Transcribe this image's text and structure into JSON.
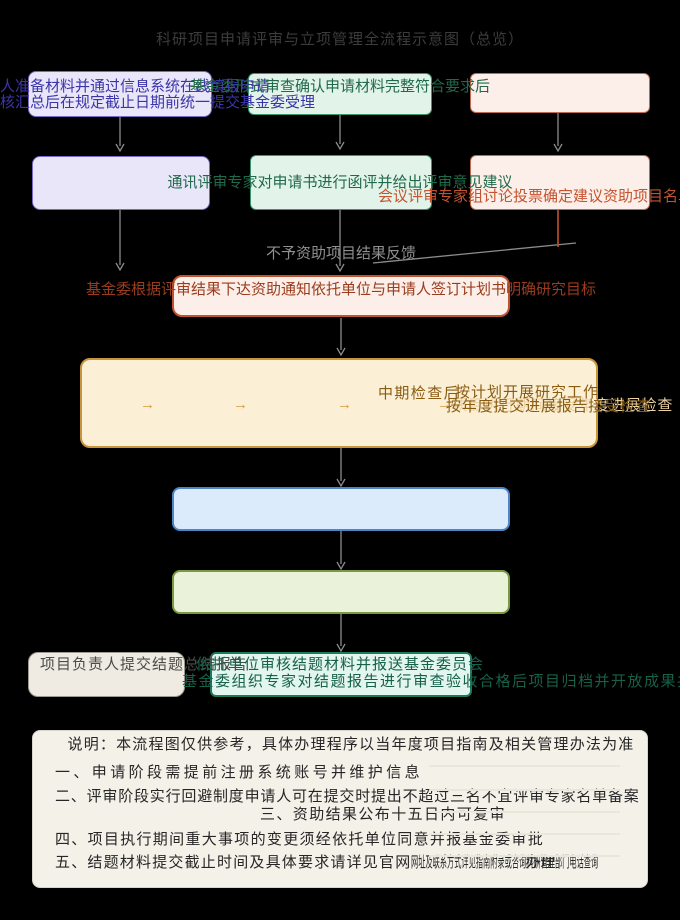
{
  "title": "科研项目申请评审与立项管理全流程示意图（总览）",
  "flow": {
    "applicant": {
      "line1": "申请人准备材料并通过信息系统在线填报申请",
      "line2": "依托单位审核汇总后在规定截止日期前统一提交基金委受理"
    },
    "intake": {
      "text": "基金委形式审查确认申请材料完整符合要求后"
    },
    "remote_review": {
      "text": "通讯评审专家对申请书进行函评并给出评审意见建议"
    },
    "panel_review": {
      "text": "会议评审专家组讨论投票确定建议资助项目名单并公示"
    },
    "feedback_label": "不予资助项目结果反馈",
    "grant_notice": "基金委根据评审结果下达资助通知依托单位与申请人签订计划书明确研究目标",
    "execution": {
      "arrow": "→",
      "milestone": "中期检查后",
      "right_line1": "按计划开展研究工作",
      "right_line2": "按年度提交进展报告接受检查",
      "right_line2_ghost": "项目执行期间接受年度进展检查"
    },
    "completion_submit": "项目负责人提交结题总结报告",
    "completion_review": {
      "line1": "依托单位审核结题材料并报送基金委员会",
      "line2": "基金委组织专家对结题报告进行审查验收合格后项目归档并开放成果共享使用"
    }
  },
  "note": {
    "title": "说明：本流程图仅供参考，具体办理程序以当年度项目指南及相关管理办法为准",
    "lines": [
      "一、申请阶段需提前注册系统账号并维护信息",
      "二、评审阶段实行回避制度申请人可在提交时提出不超过三名不宜评审专家名单备案",
      "三、资助结果公布十五日内可复审",
      "四、项目执行期间重大事项的变更须经依托单位同意并报基金委审批"
    ],
    "last_line": {
      "lead": "五、结题材料提交截止时间及具体要求请详见官网",
      "compressed": "网址及联系方式详见指南附录或咨询科研管理部门电话查询",
      "tail": "办理"
    }
  },
  "colors": {
    "background": "#000000",
    "purple_fill": "#e8e6f8",
    "purple_border": "#7b68c8",
    "purple_text": "#3c35a8",
    "mint_fill": "#e2f4ea",
    "mint_border": "#38966e",
    "mint_text": "#20694b",
    "pink_fill": "#fceee8",
    "pink_border": "#c0532f",
    "pink_text": "#c4532e",
    "dark_red_text": "#9a3c1d",
    "cream_fill": "#fbefd5",
    "cream_border": "#c9953c",
    "orange_arrow": "#d29a3c",
    "brown_text": "#8a5c12",
    "ghost_text": "#ebd2a2",
    "blue_fill": "#dcebfb",
    "blue_border": "#4a86c8",
    "green_fill": "#eaf3da",
    "green_border": "#7a9a40",
    "beige_fill": "#efebe3",
    "teal_fill": "#e2f5ee",
    "teal_border": "#1e7a5e",
    "teal_text": "#176049",
    "edge_gray": "#8c8c8c",
    "label_gray": "#8f8f8f",
    "note_fill": "#f4f1e9",
    "note_text": "#262626",
    "note_rule": "#e9e6dc"
  }
}
